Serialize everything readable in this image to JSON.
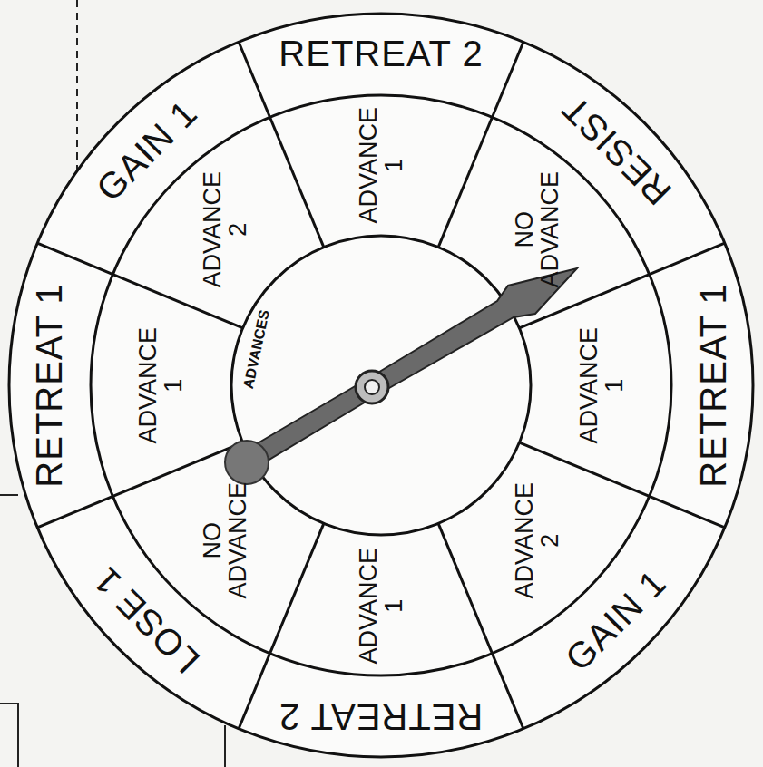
{
  "diagram": {
    "labels": [
      "RETREAT 2",
      "RESIST",
      "RETREAT 1",
      "GAIN 1",
      "RETREAT 2",
      "LOSE 1",
      "RETREAT 1",
      "GAIN 1",
      "ADVANCE 1",
      "NO ADVANCE",
      "ADVANCE 1",
      "ADVANCE 2",
      "ADVANCE 1",
      "NO ADVANCE",
      "ADVANCE 1",
      "ADVANCE 2",
      "ADVANCES"
    ]
  }
}
